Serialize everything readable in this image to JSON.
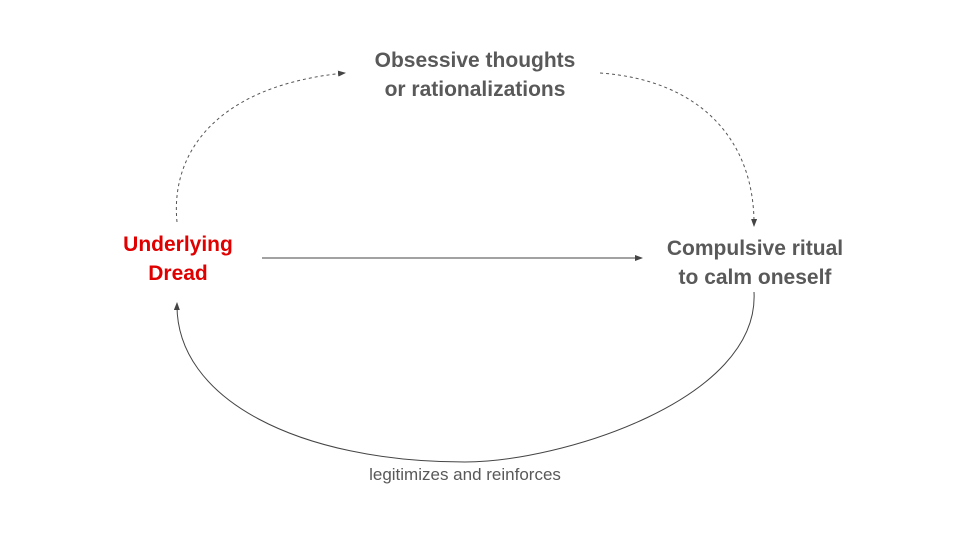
{
  "nodes": {
    "top": {
      "line1": "Obsessive thoughts",
      "line2": "or rationalizations"
    },
    "left": {
      "line1": "Underlying",
      "line2": "Dread"
    },
    "right": {
      "line1": "Compulsive ritual",
      "line2": "to calm oneself"
    }
  },
  "edges": {
    "bottom_label": "legitimizes and reinforces"
  },
  "colors": {
    "node_text": "#595959",
    "highlight_text": "#e00000",
    "arrow": "#444444",
    "label_text": "#595959"
  }
}
